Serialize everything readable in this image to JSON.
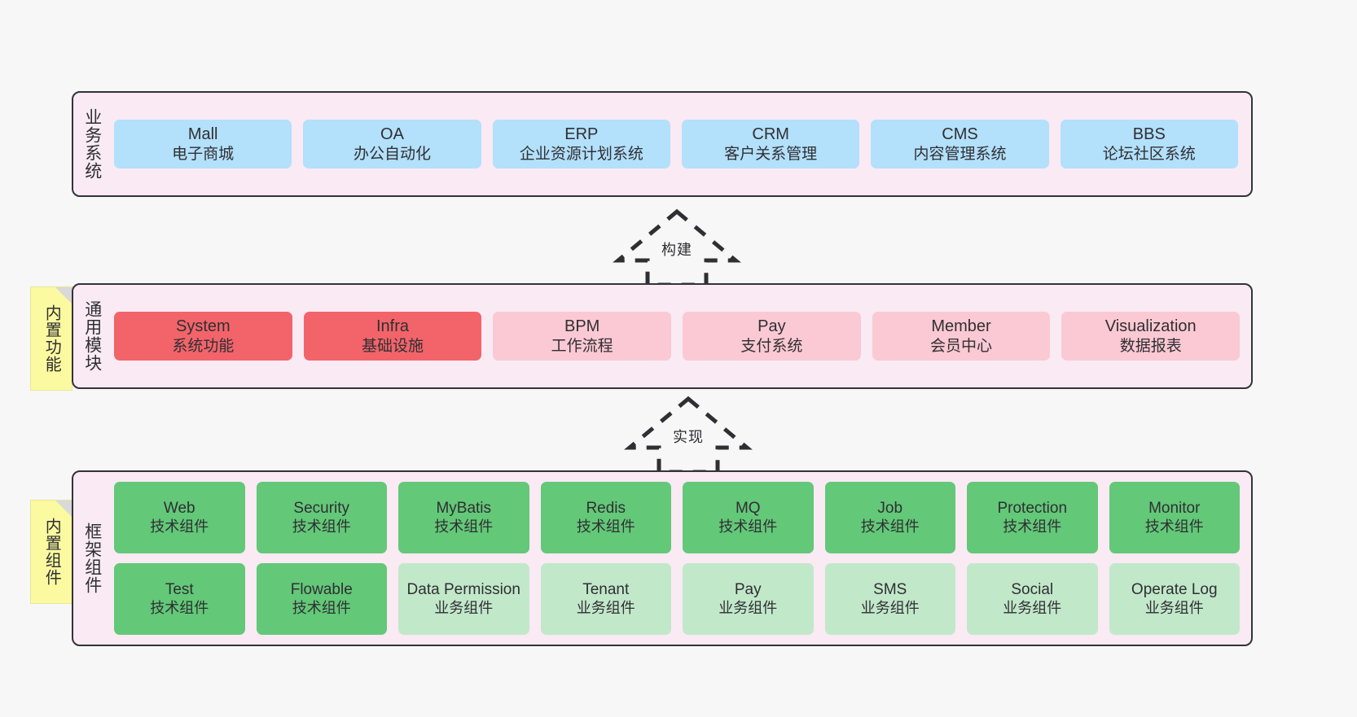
{
  "diagram": {
    "background_color": "#f7f7f7",
    "panel_color": "#f9eaf4",
    "border_color": "#333338"
  },
  "layers": [
    {
      "id": "business",
      "title": "业务系统",
      "color": "#b3e0fb",
      "boxes": [
        {
          "en": "Mall",
          "cn": "电子商城"
        },
        {
          "en": "OA",
          "cn": "办公自动化"
        },
        {
          "en": "ERP",
          "cn": "企业资源计划系统"
        },
        {
          "en": "CRM",
          "cn": "客户关系管理"
        },
        {
          "en": "CMS",
          "cn": "内容管理系统"
        },
        {
          "en": "BBS",
          "cn": "论坛社区系统"
        }
      ]
    },
    {
      "id": "common",
      "title": "通用模块",
      "note": "内置功能",
      "boxes": [
        {
          "en": "System",
          "cn": "系统功能",
          "color": "#f2646a"
        },
        {
          "en": "Infra",
          "cn": "基础设施",
          "color": "#f2646a"
        },
        {
          "en": "BPM",
          "cn": "工作流程",
          "color": "#fbc9d3"
        },
        {
          "en": "Pay",
          "cn": "支付系统",
          "color": "#fbc9d3"
        },
        {
          "en": "Member",
          "cn": "会员中心",
          "color": "#fbc9d3"
        },
        {
          "en": "Visualization",
          "cn": "数据报表",
          "color": "#fbc9d3"
        }
      ]
    },
    {
      "id": "frame",
      "title": "框架组件",
      "note": "内置组件",
      "row1": [
        {
          "en": "Web",
          "cn": "技术组件",
          "color": "#63c878"
        },
        {
          "en": "Security",
          "cn": "技术组件",
          "color": "#63c878"
        },
        {
          "en": "MyBatis",
          "cn": "技术组件",
          "color": "#63c878"
        },
        {
          "en": "Redis",
          "cn": "技术组件",
          "color": "#63c878"
        },
        {
          "en": "MQ",
          "cn": "技术组件",
          "color": "#63c878"
        },
        {
          "en": "Job",
          "cn": "技术组件",
          "color": "#63c878"
        },
        {
          "en": "Protection",
          "cn": "技术组件",
          "color": "#63c878"
        },
        {
          "en": "Monitor",
          "cn": "技术组件",
          "color": "#63c878"
        }
      ],
      "row2": [
        {
          "en": "Test",
          "cn": "技术组件",
          "color": "#63c878"
        },
        {
          "en": "Flowable",
          "cn": "技术组件",
          "color": "#63c878"
        },
        {
          "en": "Data Permission",
          "cn": "业务组件",
          "color": "#c2e8ca"
        },
        {
          "en": "Tenant",
          "cn": "业务组件",
          "color": "#c2e8ca"
        },
        {
          "en": "Pay",
          "cn": "业务组件",
          "color": "#c2e8ca"
        },
        {
          "en": "SMS",
          "cn": "业务组件",
          "color": "#c2e8ca"
        },
        {
          "en": "Social",
          "cn": "业务组件",
          "color": "#c2e8ca"
        },
        {
          "en": "Operate Log",
          "cn": "业务组件",
          "color": "#c2e8ca"
        }
      ]
    }
  ],
  "arrows": [
    {
      "id": "build",
      "label": "构建",
      "direction": "up",
      "style": "dashed-block"
    },
    {
      "id": "impl",
      "label": "实现",
      "direction": "up",
      "style": "dashed-block"
    }
  ]
}
